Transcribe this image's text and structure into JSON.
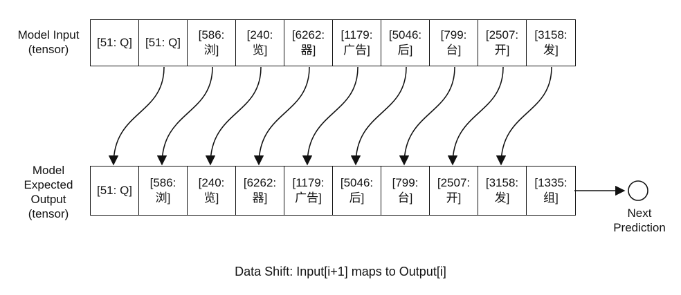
{
  "input_row": {
    "label_lines": [
      "Model Input",
      "(tensor)"
    ],
    "cells": [
      [
        "[51: Q]"
      ],
      [
        "[51: Q]"
      ],
      [
        "[586:",
        "浏]"
      ],
      [
        "[240:",
        "览]"
      ],
      [
        "[6262:",
        "器]"
      ],
      [
        "[1179:",
        "广告]"
      ],
      [
        "[5046:",
        "后]"
      ],
      [
        "[799:",
        "台]"
      ],
      [
        "[2507:",
        "开]"
      ],
      [
        "[3158:",
        "发]"
      ]
    ]
  },
  "output_row": {
    "label_lines": [
      "Model",
      "Expected",
      "Output",
      "(tensor)"
    ],
    "cells": [
      [
        "[51: Q]"
      ],
      [
        "[586:",
        "浏]"
      ],
      [
        "[240:",
        "览]"
      ],
      [
        "[6262:",
        "器]"
      ],
      [
        "[1179:",
        "广告]"
      ],
      [
        "[5046:",
        "后]"
      ],
      [
        "[799:",
        "台]"
      ],
      [
        "[2507:",
        "开]"
      ],
      [
        "[3158:",
        "发]"
      ],
      [
        "[1335:",
        "组]"
      ]
    ]
  },
  "next_prediction": {
    "label_lines": [
      "Next",
      "Prediction"
    ]
  },
  "caption": "Data Shift: Input[i+1] maps to Output[i]"
}
